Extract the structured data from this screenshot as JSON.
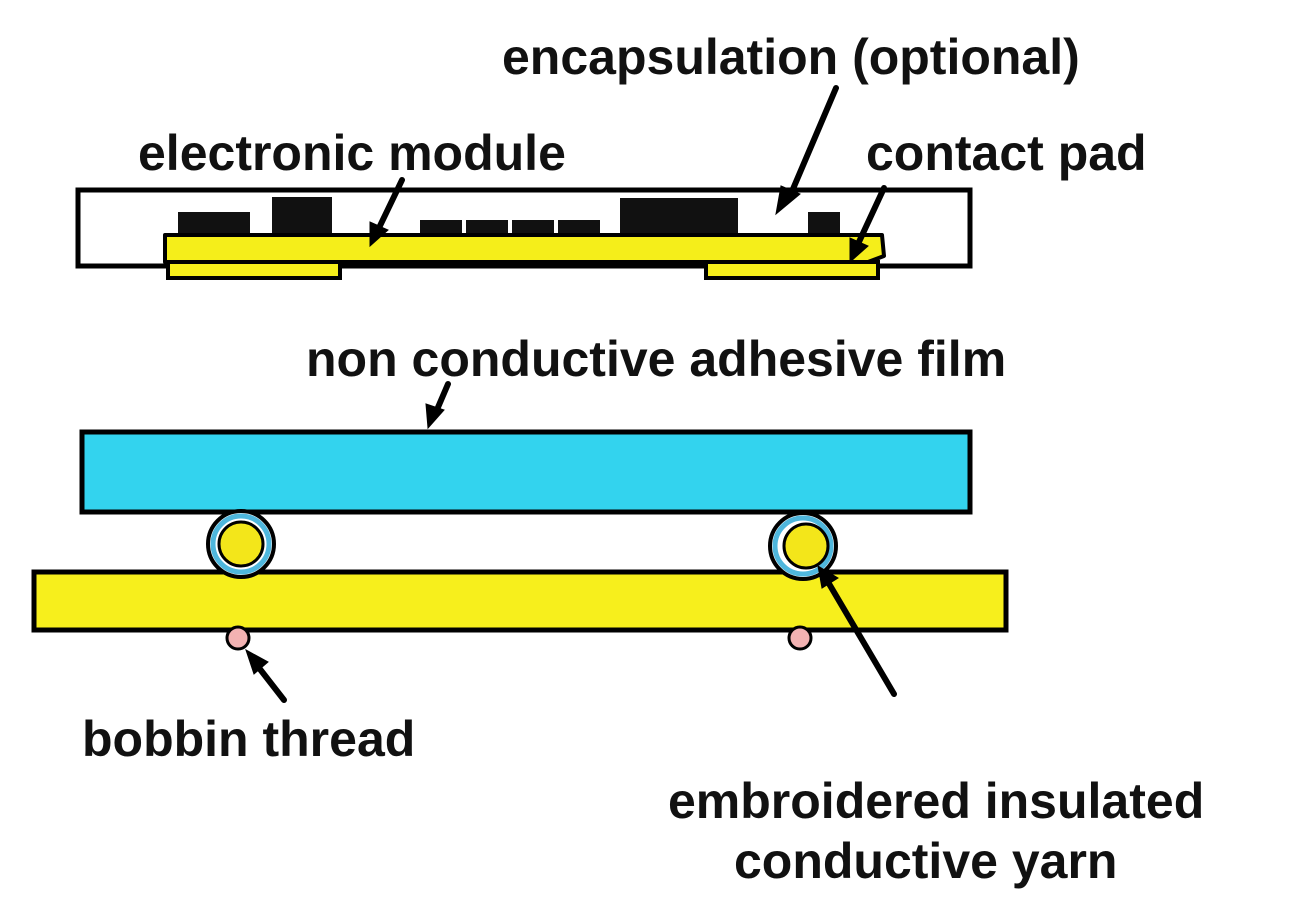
{
  "labels": {
    "encapsulation": "encapsulation (optional)",
    "electronic_module": "electronic module",
    "contact_pad": "contact pad",
    "adhesive_film": "non conductive adhesive film",
    "bobbin_thread": "bobbin thread",
    "yarn_line1": "embroidered insulated",
    "yarn_line2": "conductive yarn"
  },
  "colors": {
    "outline": "#000000",
    "module_board": "#f5ee1a",
    "film": "#33d3ee",
    "fabric": "#f7ef1c",
    "yarn_core": "#f3e61a",
    "yarn_insulation": "#4fb7dd",
    "bobbin": "#f2b2b2"
  }
}
